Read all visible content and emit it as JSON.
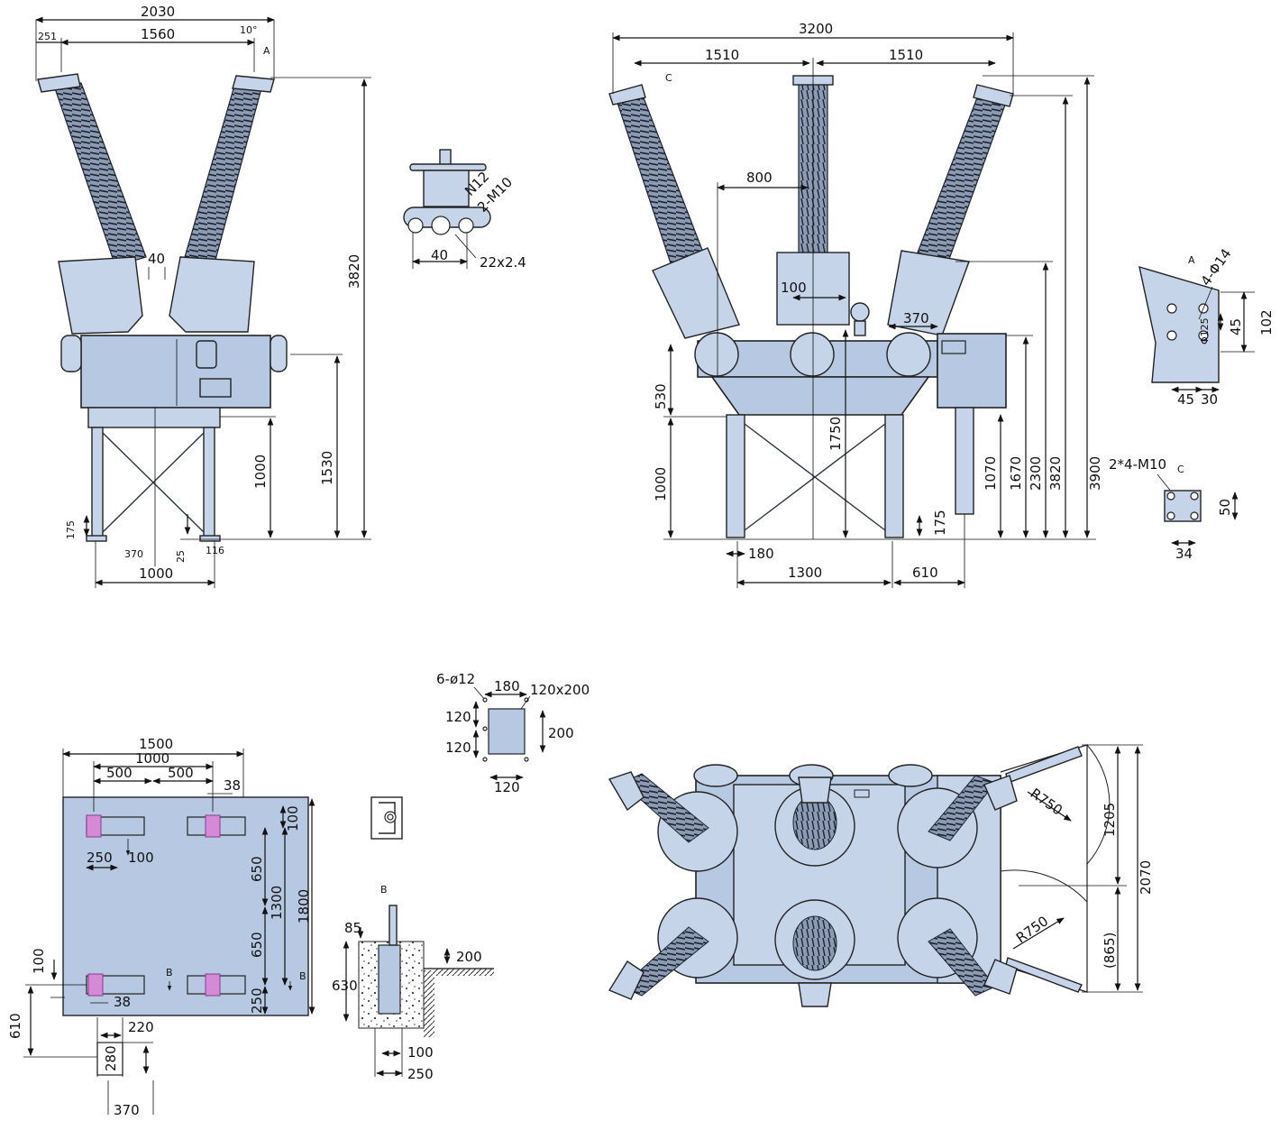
{
  "views": {
    "side_view": {
      "dims": {
        "overall_width": "2030",
        "bushing_spacing": "1560",
        "tip_offset": "251",
        "tilt_angle": "10°",
        "detail_ref": "A",
        "gap": "40",
        "total_height": "3820",
        "tank_centre_height": "1530",
        "frame_height": "1000",
        "foot": "175",
        "offset_370": "370",
        "foot_25": "25",
        "foot_116": "116",
        "base_width": "1000"
      }
    },
    "terminal_detail": {
      "thread": "N12",
      "bolts": "2-M10",
      "pitch": "40",
      "bar": "22x2.4"
    },
    "front_view": {
      "dims": {
        "overall_width": "3200",
        "left_spacing": "1510",
        "right_spacing": "1510",
        "detail_ref": "C",
        "cabinet_offset": "800",
        "pole_offset": "100",
        "gauge_offset": "370",
        "tank_height": "530",
        "frame_height": "1000",
        "h_1750": "1750",
        "h_1070": "1070",
        "h_1670": "1670",
        "h_2300": "2300",
        "h_3820": "3820",
        "h_3900": "3900",
        "foot": "175",
        "leg_width": "180",
        "leg_spacing": "1300",
        "cabinet_depth": "610"
      }
    },
    "detail_a": {
      "ref": "A",
      "holes": "4-Φ14",
      "pcd": "Φ125",
      "v_45": "45",
      "v_102": "102",
      "h_45": "45",
      "h_30": "30"
    },
    "detail_c": {
      "ref": "C",
      "holes": "2*4-M10",
      "height": "50",
      "width": "34"
    },
    "foundation_plan": {
      "dims": {
        "width_1500": "1500",
        "width_1000": "1000",
        "half_500_left": "500",
        "half_500_right": "500",
        "offset_38_top": "38",
        "plate_100_top": "100",
        "plate_250": "250",
        "plate_100_mid": "100",
        "v_650_a": "650",
        "v_1300": "1300",
        "v_650_b": "650",
        "v_1800": "1800",
        "v_250": "250",
        "left_100": "100",
        "offset_38_bot": "38",
        "left_610": "610",
        "pit_220": "220",
        "pit_280": "280",
        "pit_370": "370",
        "section_b_left": "B",
        "section_b_right": "B"
      }
    },
    "anchor_plate": {
      "holes": "6-ø12",
      "width": "180",
      "plate": "120x200",
      "v_120_a": "120",
      "v_120_b": "120",
      "height": "200",
      "bottom_120": "120"
    },
    "section_b": {
      "ref": "B",
      "d_85": "85",
      "d_630": "630",
      "d_200": "200",
      "d_100": "100",
      "d_250": "250"
    },
    "top_view": {
      "dims": {
        "radius_top": "R750",
        "radius_bottom": "R750",
        "d_1205": "1205",
        "d_865": "(865)",
        "d_2070": "2070"
      }
    }
  }
}
